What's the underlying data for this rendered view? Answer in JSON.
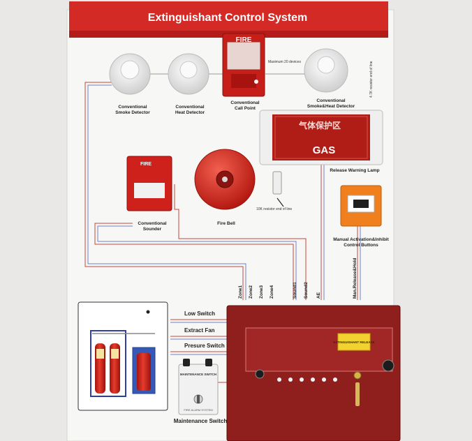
{
  "title": "Extinguishant Control System",
  "devices": {
    "smoke_detector": [
      "Conventional",
      "Smoke Detector"
    ],
    "heat_detector": [
      "Conventional",
      "Heat Detector"
    ],
    "call_point": [
      "Conventional",
      "Call Point"
    ],
    "smoke_heat_detector": [
      "Conventional",
      "Smoke&Heat Detector"
    ],
    "sounder": [
      "Conventional",
      "Sounder"
    ],
    "fire_bell": "Fire Bell",
    "release_lamp": "Release Warning Lamp",
    "manual_buttons": [
      "Manual Activation&Inhibit",
      "Control Buttons"
    ]
  },
  "call_point_sign": "FIRE",
  "sounder_sign": "FIRE",
  "lamp_text": {
    "cn": "气体保护区",
    "en": "GAS"
  },
  "annotations": {
    "max_devices": "Maximum 20 devices",
    "resistor_4k7": "4.7K resistor end of line",
    "resistor_10k": "10K resistor end of line"
  },
  "terminals": [
    "Zone1",
    "Zone2",
    "Zone3",
    "Zone4",
    "Sound1",
    "Sound2",
    "AE",
    "Man.Release&Hold"
  ],
  "side_labels": [
    "Low Switch",
    "Extract Fan",
    "Presure Switch"
  ],
  "maintenance": {
    "panel_title": "MAINTENANCE SWITCH",
    "panel_sub": "FIRE ALARM SYSTEM",
    "label": "Maintenance Switch"
  },
  "panel_display": "EXTINGUISHANT RELEASE"
}
